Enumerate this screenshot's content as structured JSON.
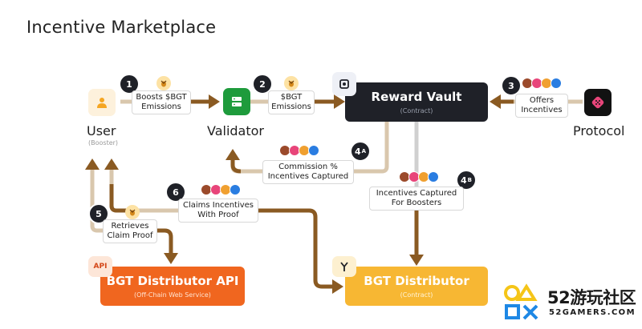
{
  "title": "Incentive Marketplace",
  "nodes": {
    "user": {
      "label": "User",
      "sub": "(Booster)"
    },
    "validator": {
      "label": "Validator"
    },
    "protocol": {
      "label": "Protocol"
    },
    "reward_vault": {
      "label": "Reward Vault",
      "sub": "(Contract)"
    },
    "bgt_distributor_api": {
      "label": "BGT Distributor API",
      "sub": "(Off-Chain Web Service)",
      "badge": "API"
    },
    "bgt_distributor": {
      "label": "BGT Distributor",
      "sub": "(Contract)"
    }
  },
  "steps": [
    {
      "num": "1",
      "text": "Boosts $BGT\nEmissions"
    },
    {
      "num": "2",
      "text": "$BGT\nEmissions"
    },
    {
      "num": "3",
      "text": "Offers\nIncentives"
    },
    {
      "num": "4",
      "suffix": "A",
      "text": "Commission %\nIncentives Captured"
    },
    {
      "num": "4",
      "suffix": "B",
      "text": "Incentives Captured\nFor Boosters"
    },
    {
      "num": "5",
      "text": "Retrieves\nClaim Proof"
    },
    {
      "num": "6",
      "text": "Claims Incentives\nWith Proof"
    }
  ],
  "watermark": {
    "brand": "52游玩社区",
    "site": "52GAMERS.COM"
  },
  "colors": {
    "arrow": "#8a5a22",
    "arrow_light": "#d9c7ad",
    "gray_arrow": "#d0d0d0",
    "dark": "#1f2128",
    "orange": "#f0661f",
    "yellow": "#f7b733",
    "green": "#1e9b3c"
  }
}
